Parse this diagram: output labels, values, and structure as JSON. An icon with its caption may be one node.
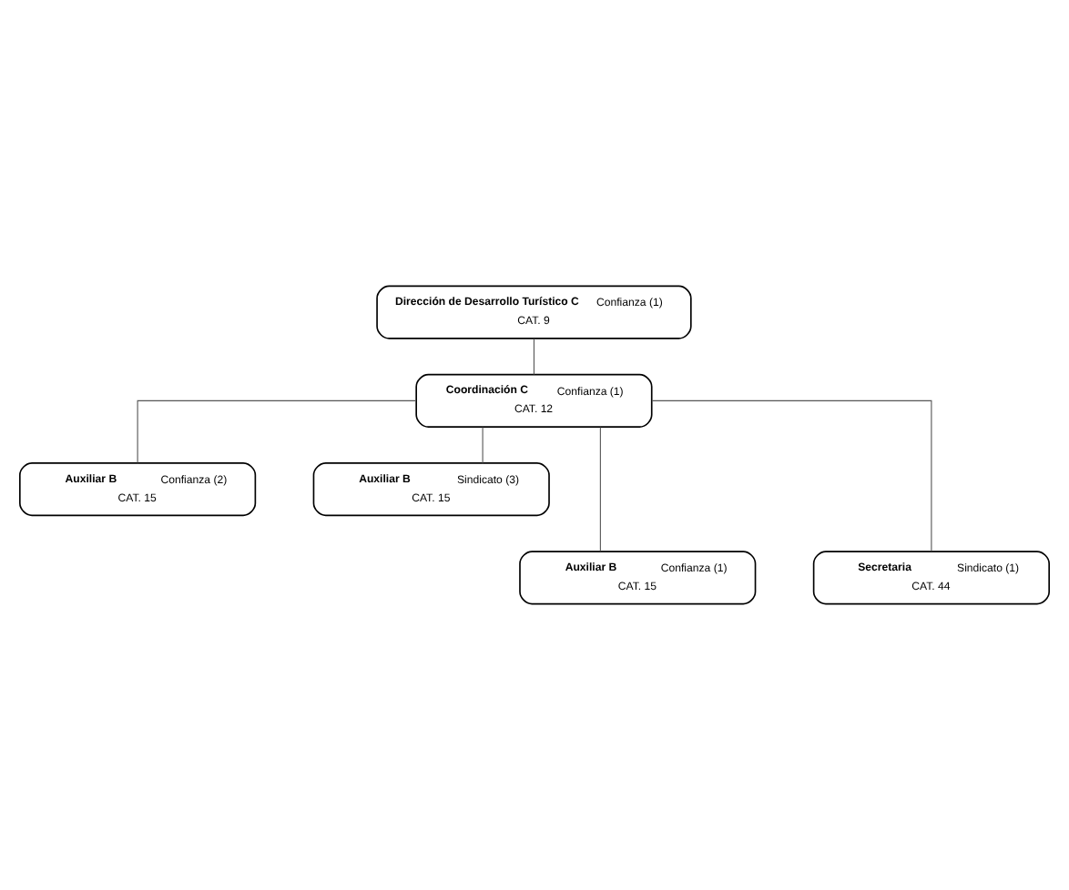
{
  "diagram": {
    "nodes": [
      {
        "text": [
          "Dirección de Desarrollo Turístico C",
          "Confianza (1)",
          "CAT. 9"
        ]
      },
      {
        "text": [
          "Coordinación C",
          "Confianza (1)",
          "CAT. 12"
        ]
      },
      {
        "text": [
          "Auxiliar B",
          "Confianza (2)",
          "CAT. 15"
        ]
      },
      {
        "text": [
          "Auxiliar B",
          "Sindicato (3)",
          "CAT. 15"
        ]
      },
      {
        "text": [
          "Auxiliar B",
          "Confianza (1)",
          "CAT. 15"
        ]
      },
      {
        "text": [
          "Secretaria",
          "Sindicato (1)",
          "CAT. 44"
        ]
      }
    ],
    "edges": [
      {
        "from": 0,
        "to": 1,
        "arrow": "none"
      },
      {
        "from": 1,
        "to": 2,
        "arrow": "none"
      },
      {
        "from": 1,
        "to": 3,
        "arrow": "none"
      },
      {
        "from": 1,
        "to": 4,
        "arrow": "none"
      },
      {
        "from": 1,
        "to": 5,
        "arrow": "none"
      }
    ]
  }
}
